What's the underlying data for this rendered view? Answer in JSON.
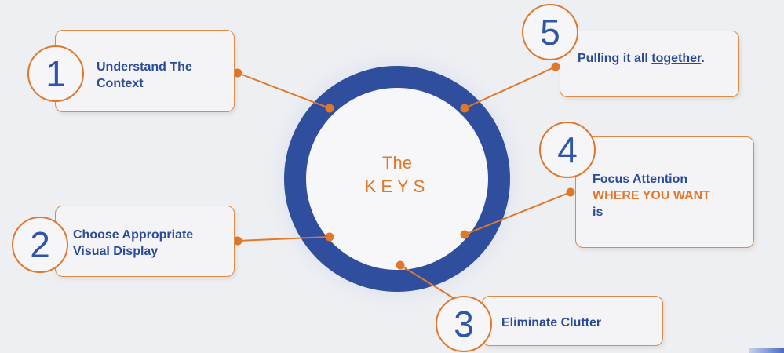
{
  "center": {
    "line1": "The",
    "line2": "KEYS"
  },
  "keys": [
    {
      "number": "1",
      "text": "Understand The Context"
    },
    {
      "number": "2",
      "text": "Choose Appropriate Visual Display"
    },
    {
      "number": "3",
      "text": "Eliminate Clutter"
    },
    {
      "number": "4",
      "line1": "Focus Attention",
      "line2": "WHERE YOU WANT",
      "line3": "is"
    },
    {
      "number": "5",
      "prefix": "Pulling it all ",
      "link": "together",
      "suffix": "."
    }
  ],
  "colors": {
    "ring": "#2f4f9e",
    "accent": "#e0782c",
    "text": "#2a4a9a"
  }
}
